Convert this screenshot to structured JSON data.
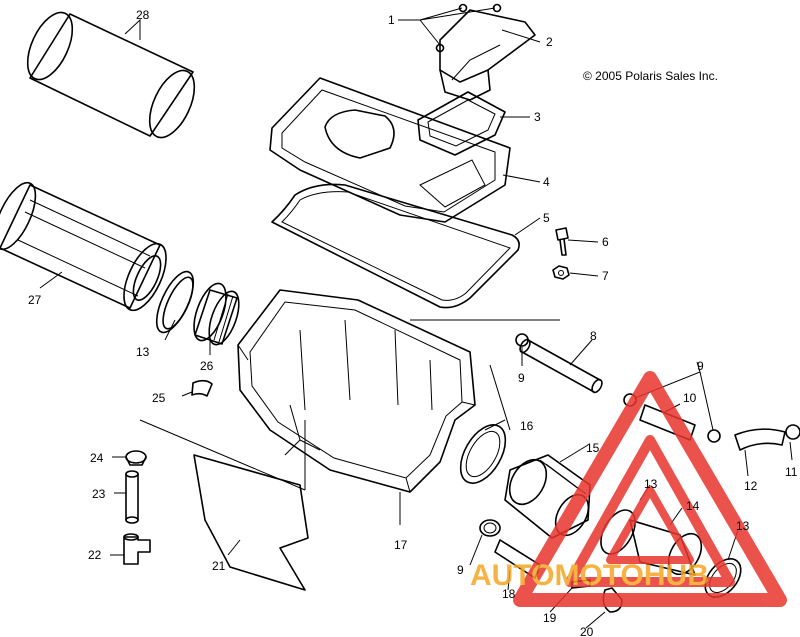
{
  "copyright": "© 2005 Polaris Sales Inc.",
  "labels": {
    "l1": "1",
    "l2": "2",
    "l3": "3",
    "l4": "4",
    "l5": "5",
    "l6": "6",
    "l7": "7",
    "l8": "8",
    "l9a": "9",
    "l9b": "9",
    "l9c": "9",
    "l10": "10",
    "l11": "11",
    "l12": "12",
    "l13a": "13",
    "l13b": "13",
    "l13c": "13",
    "l14": "14",
    "l15": "15",
    "l16": "16",
    "l17": "17",
    "l18": "18",
    "l19": "19",
    "l20": "20",
    "l21": "21",
    "l22": "22",
    "l23": "23",
    "l24": "24",
    "l25": "25",
    "l26": "26",
    "l27": "27",
    "l28": "28"
  },
  "watermark": {
    "text": "AUTOMOTOHUB",
    "colors": {
      "red": "#e8352c",
      "orange": "#f5a623",
      "gray": "#9b9b9b"
    }
  }
}
